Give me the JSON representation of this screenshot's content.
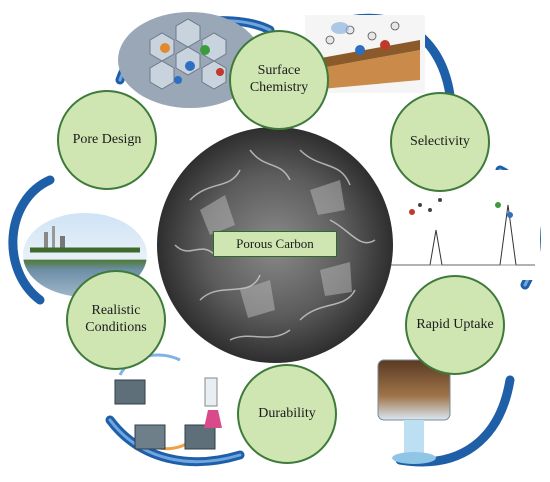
{
  "center": {
    "label": "Porous Carbon"
  },
  "nodes": [
    {
      "id": "surface-chemistry",
      "label": "Surface Chemistry"
    },
    {
      "id": "selectivity",
      "label": "Selectivity"
    },
    {
      "id": "rapid-uptake",
      "label": "Rapid Uptake"
    },
    {
      "id": "durability",
      "label": "Durability"
    },
    {
      "id": "realistic-conditions",
      "label": "Realistic Conditions"
    },
    {
      "id": "pore-design",
      "label": "Pore Design"
    }
  ],
  "colors": {
    "node_fill": "#cfe6b3",
    "node_border": "#3e7a3a",
    "arrow": "#1f5fa8",
    "arrow_light": "#4f8fd4"
  },
  "icons": [
    "carbon-lattice-image",
    "molecular-structure-image",
    "chromatogram-image",
    "water-filter-image",
    "recycling-cycle-image",
    "industrial-lake-image",
    "sem-micrograph-image"
  ]
}
